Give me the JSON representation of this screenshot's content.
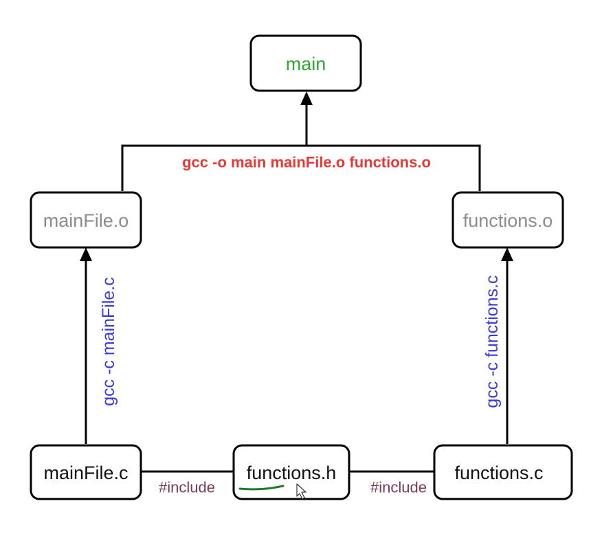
{
  "nodes": {
    "main": {
      "label": "main",
      "color": "#2ea832"
    },
    "mainfile_o": {
      "label": "mainFile.o",
      "color": "#8c8c8c"
    },
    "functions_o": {
      "label": "functions.o",
      "color": "#8c8c8c"
    },
    "mainfile_c": {
      "label": "mainFile.c",
      "color": "#111111"
    },
    "functions_h": {
      "label": "functions.h",
      "color": "#111111"
    },
    "functions_c": {
      "label": "functions.c",
      "color": "#111111"
    }
  },
  "edges": {
    "link_command": {
      "label": "gcc -o main mainFile.o functions.o",
      "color": "#e53935"
    },
    "compile_mainfile": {
      "label": "gcc -c mainFile.c",
      "color": "#3a3ad6"
    },
    "compile_functions": {
      "label": "gcc -c functions.c",
      "color": "#3a3ad6"
    },
    "include_left": {
      "label": "#include",
      "color": "#7a3a5a"
    },
    "include_right": {
      "label": "#include",
      "color": "#7a3a5a"
    }
  },
  "annotations": {
    "underline_color": "#1f7a2a",
    "cursor_icon": "mouse-pointer-icon"
  }
}
